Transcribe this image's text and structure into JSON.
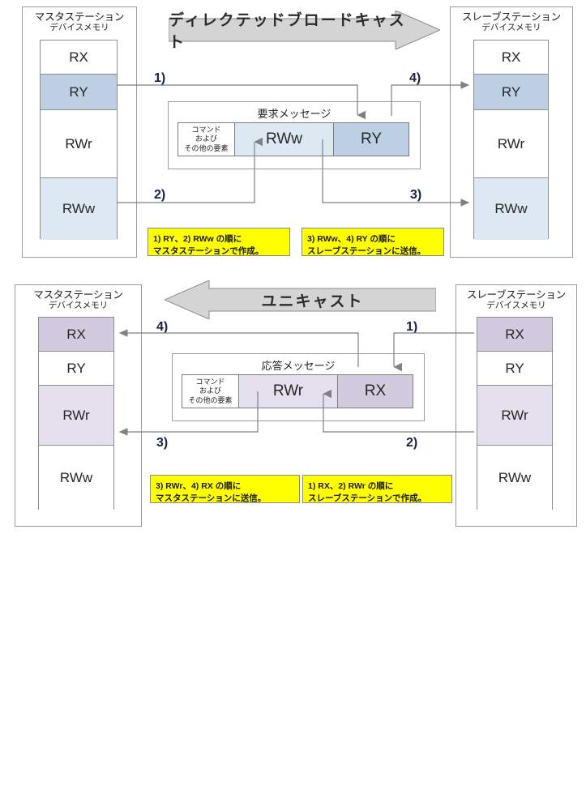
{
  "figure": {
    "title": "CC-Link IE Field Network cyclic transmission: request and response message flow",
    "colors": {
      "ry_blue": "#bdd0e3",
      "rww_blue": "#dee8f2",
      "rx_purple": "#d2cadf",
      "rwr_purple": "#e4e0ee",
      "banner_gray": "#d4d4d4",
      "callout_yellow": "#ffff00",
      "line_gray": "#808080",
      "border_gray": "#9c9c9c",
      "step_label": "#17224a"
    }
  },
  "top": {
    "banner": {
      "label": "ディレクテッドブロードキャスト",
      "direction": "left-to-right"
    },
    "master": {
      "title_line1": "マスタステーション",
      "title_line2": "デバイスメモリ",
      "blocks": [
        {
          "label": "RX",
          "fill": "none"
        },
        {
          "label": "RY",
          "fill": "ry_blue"
        },
        {
          "label": "RWr",
          "fill": "none"
        },
        {
          "label": "RWw",
          "fill": "rww_blue"
        }
      ]
    },
    "slave": {
      "title_line1": "スレーブステーション",
      "title_line2": "デバイスメモリ",
      "blocks": [
        {
          "label": "RX",
          "fill": "none"
        },
        {
          "label": "RY",
          "fill": "ry_blue"
        },
        {
          "label": "RWr",
          "fill": "none"
        },
        {
          "label": "RWw",
          "fill": "rww_blue"
        }
      ]
    },
    "message": {
      "title": "要求メッセージ",
      "cells": [
        {
          "label_lines": [
            "コマンド",
            "および",
            "その他の要素"
          ],
          "kind": "command",
          "fill": "none"
        },
        {
          "label": "RWw",
          "kind": "data",
          "fill": "rww_blue"
        },
        {
          "label": "RY",
          "kind": "data",
          "fill": "ry_blue"
        }
      ]
    },
    "steps": [
      {
        "id": "1",
        "label": "1)"
      },
      {
        "id": "2",
        "label": "2)"
      },
      {
        "id": "3",
        "label": "3)"
      },
      {
        "id": "4",
        "label": "4)"
      }
    ],
    "callouts": [
      {
        "line1": "1) RY、2) RWw の順に",
        "line2": "マスタステーションで作成。"
      },
      {
        "line1": "3) RWw、4) RY の順に",
        "line2": "スレーブステーションに送信。"
      }
    ]
  },
  "bottom": {
    "banner": {
      "label": "ユニキャスト",
      "direction": "right-to-left"
    },
    "master": {
      "title_line1": "マスタステーション",
      "title_line2": "デバイスメモリ",
      "blocks": [
        {
          "label": "RX",
          "fill": "rx_purple"
        },
        {
          "label": "RY",
          "fill": "none"
        },
        {
          "label": "RWr",
          "fill": "rwr_purple"
        },
        {
          "label": "RWw",
          "fill": "none"
        }
      ]
    },
    "slave": {
      "title_line1": "スレーブステーション",
      "title_line2": "デバイスメモリ",
      "blocks": [
        {
          "label": "RX",
          "fill": "rx_purple"
        },
        {
          "label": "RY",
          "fill": "none"
        },
        {
          "label": "RWr",
          "fill": "rwr_purple"
        },
        {
          "label": "RWw",
          "fill": "none"
        }
      ]
    },
    "message": {
      "title": "応答メッセージ",
      "cells": [
        {
          "label_lines": [
            "コマンド",
            "および",
            "その他の要素"
          ],
          "kind": "command",
          "fill": "none"
        },
        {
          "label": "RWr",
          "kind": "data",
          "fill": "rwr_purple"
        },
        {
          "label": "RX",
          "kind": "data",
          "fill": "rx_purple"
        }
      ]
    },
    "steps": [
      {
        "id": "1",
        "label": "1)"
      },
      {
        "id": "2",
        "label": "2)"
      },
      {
        "id": "3",
        "label": "3)"
      },
      {
        "id": "4",
        "label": "4)"
      }
    ],
    "callouts": [
      {
        "line1": "3) RWr、4) RX の順に",
        "line2": "マスタステーションに送信。"
      },
      {
        "line1": "1) RX、2) RWr の順に",
        "line2": "スレーブステーションで作成。"
      }
    ]
  }
}
